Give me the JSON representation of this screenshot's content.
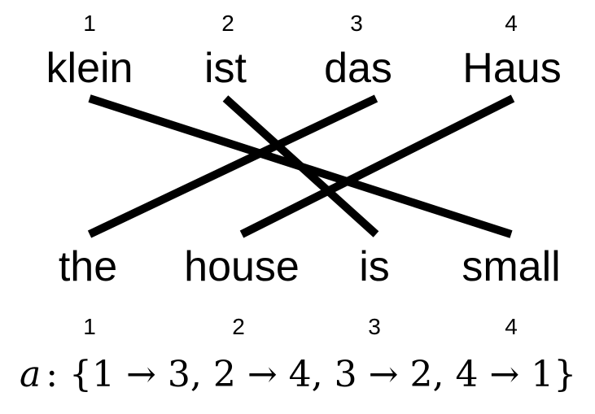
{
  "source_tokens": [
    {
      "index": "1",
      "word": "klein"
    },
    {
      "index": "2",
      "word": "ist"
    },
    {
      "index": "3",
      "word": "das"
    },
    {
      "index": "4",
      "word": "Haus"
    }
  ],
  "target_tokens": [
    {
      "index": "1",
      "word": "the"
    },
    {
      "index": "2",
      "word": "house"
    },
    {
      "index": "3",
      "word": "is"
    },
    {
      "index": "4",
      "word": "small"
    }
  ],
  "alignment": [
    {
      "from": 1,
      "to": 4
    },
    {
      "from": 2,
      "to": 3
    },
    {
      "from": 3,
      "to": 1
    },
    {
      "from": 4,
      "to": 2
    }
  ],
  "formula": {
    "variable": "a",
    "text": ": {1 → 3, 2 → 4, 3 → 2, 4 → 1}"
  }
}
